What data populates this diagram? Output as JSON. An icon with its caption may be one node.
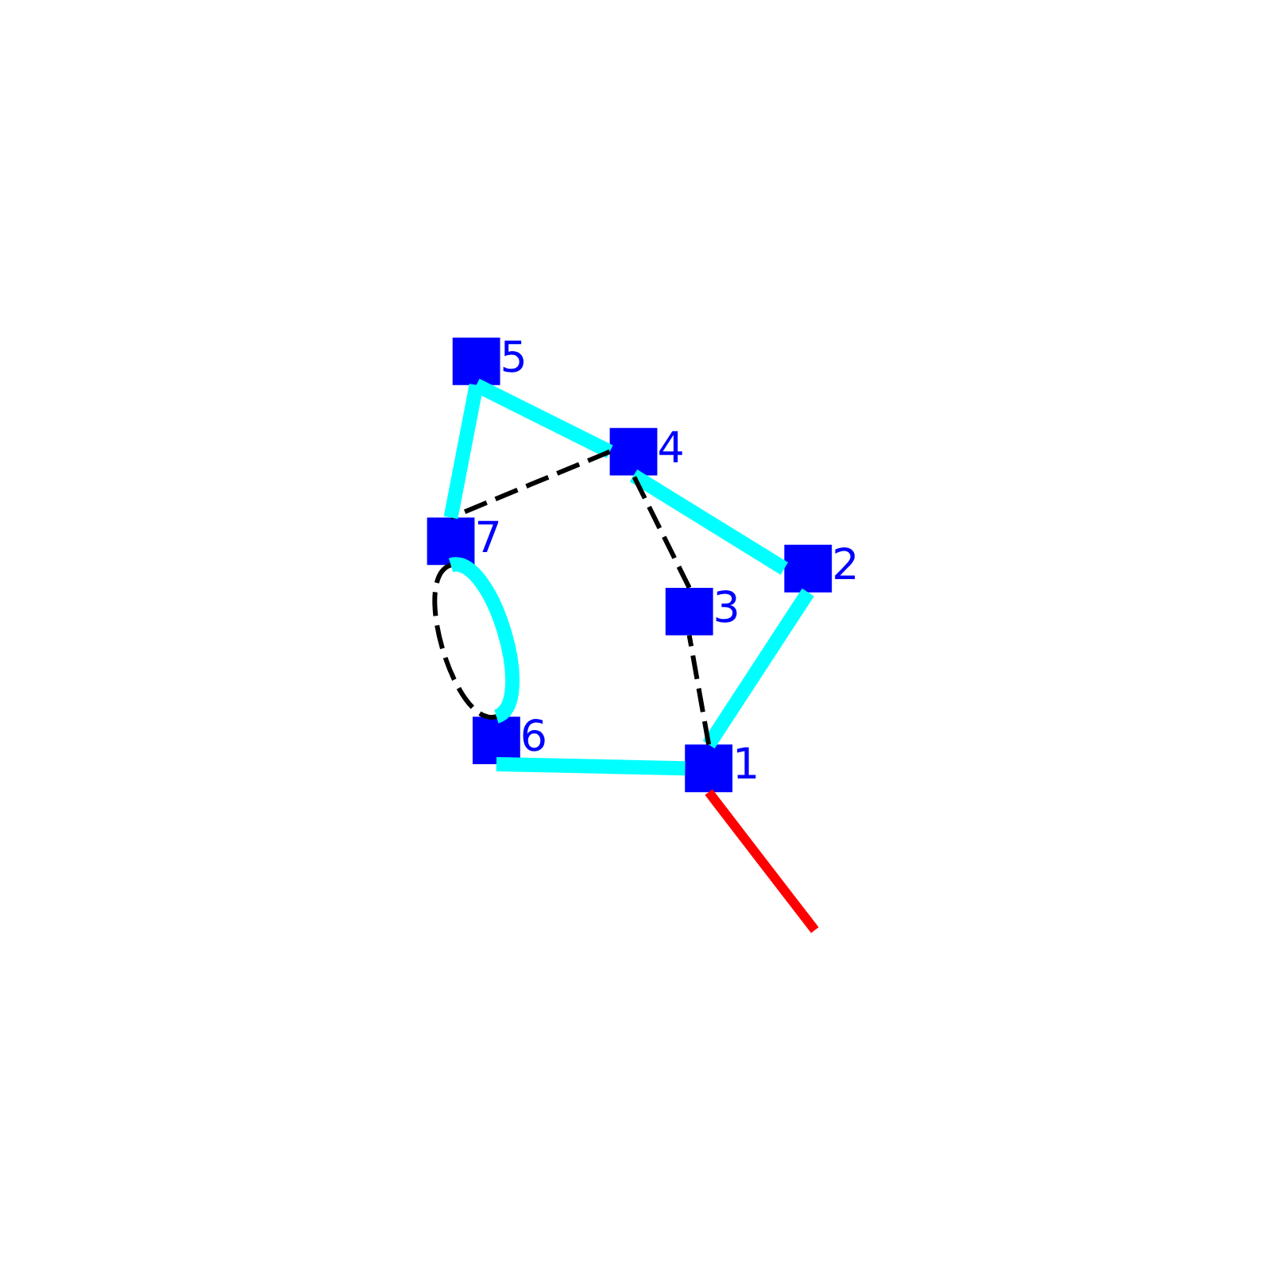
{
  "diagram": {
    "nodes": [
      {
        "text": [],
        "shape": "box",
        "beside": [
          "1"
        ]
      },
      {
        "text": [],
        "shape": "box",
        "beside": [
          "2"
        ]
      },
      {
        "text": [],
        "shape": "box",
        "beside": [
          "3"
        ]
      },
      {
        "text": [],
        "shape": "box",
        "beside": [
          "4"
        ]
      },
      {
        "text": [],
        "shape": "box",
        "beside": [
          "5"
        ]
      },
      {
        "text": [],
        "shape": "box",
        "beside": [
          "6"
        ]
      },
      {
        "text": [],
        "shape": "box",
        "beside": [
          "7"
        ]
      }
    ],
    "edges": [
      {
        "from": 0,
        "to": 1,
        "arrow": "none"
      },
      {
        "from": 1,
        "to": 3,
        "arrow": "none"
      },
      {
        "from": 3,
        "to": 4,
        "arrow": "none"
      },
      {
        "from": 4,
        "to": 6,
        "arrow": "none"
      },
      {
        "from": 6,
        "to": 5,
        "arrow": "none"
      },
      {
        "from": 5,
        "to": 0,
        "arrow": "none"
      },
      {
        "from": 0,
        "to": 2,
        "arrow": "none",
        "style": "dashed",
        "color": "#000000"
      },
      {
        "from": 2,
        "to": 3,
        "arrow": "none",
        "style": "dashed",
        "color": "#000000"
      },
      {
        "from": 3,
        "to": 6,
        "arrow": "none",
        "style": "dashed",
        "color": "#000000"
      },
      {
        "from": 6,
        "to": 5,
        "arrow": "none",
        "style": "dashed",
        "color": "#000000"
      },
      {
        "from": 0,
        "to": null,
        "arrow": "none",
        "color": "#ff0000"
      }
    ]
  }
}
